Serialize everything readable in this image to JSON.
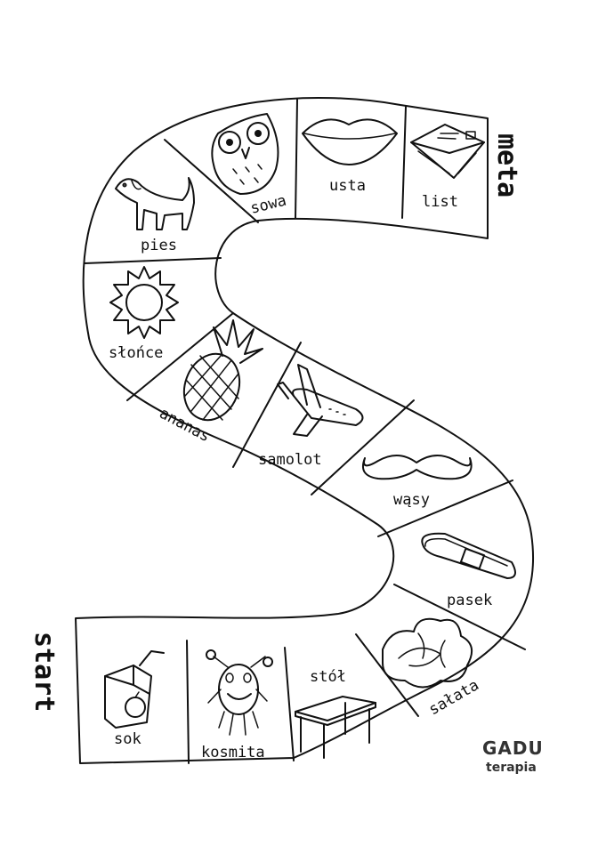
{
  "board": {
    "start_label": "start",
    "finish_label": "meta",
    "cells": [
      {
        "label": "sok",
        "icon": "juice-box-icon"
      },
      {
        "label": "kosmita",
        "icon": "alien-icon"
      },
      {
        "label": "stół",
        "icon": "table-icon"
      },
      {
        "label": "sałata",
        "icon": "lettuce-icon"
      },
      {
        "label": "pasek",
        "icon": "belt-icon"
      },
      {
        "label": "wąsy",
        "icon": "mustache-icon"
      },
      {
        "label": "samolot",
        "icon": "airplane-icon"
      },
      {
        "label": "ananas",
        "icon": "pineapple-icon"
      },
      {
        "label": "słońce",
        "icon": "sun-icon"
      },
      {
        "label": "pies",
        "icon": "dog-icon"
      },
      {
        "label": "sowa",
        "icon": "owl-icon"
      },
      {
        "label": "usta",
        "icon": "lips-icon"
      },
      {
        "label": "list",
        "icon": "envelope-icon"
      }
    ]
  },
  "logo": {
    "line1": "GADU",
    "line2": "terapia",
    "color": "#333333"
  },
  "colors": {
    "ink": "#111111",
    "paper": "#ffffff"
  }
}
